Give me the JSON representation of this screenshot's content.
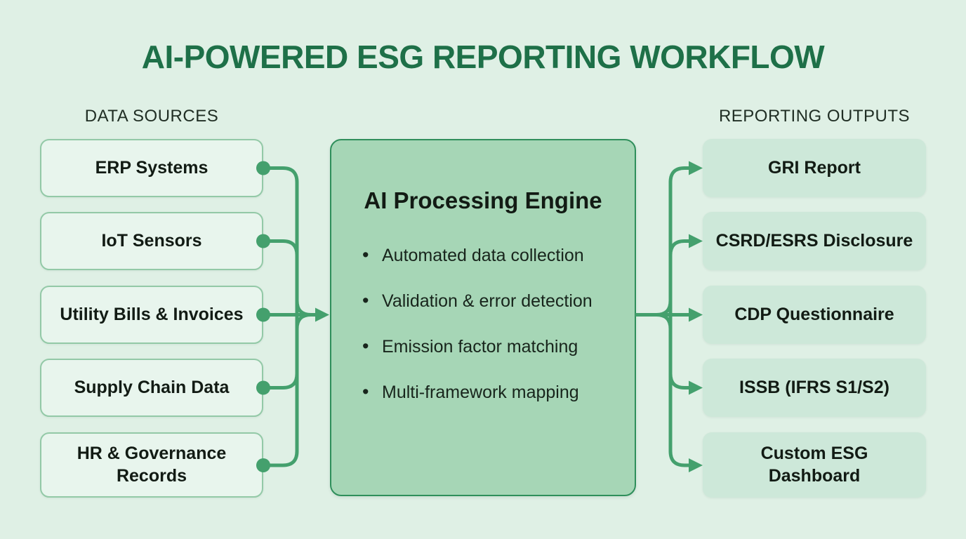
{
  "title": "AI-POWERED ESG REPORTING WORKFLOW",
  "data_sources": {
    "header": "DATA SOURCES",
    "items": [
      "ERP Systems",
      "IoT Sensors",
      "Utility Bills & Invoices",
      "Supply Chain Data",
      "HR & Governance\nRecords"
    ]
  },
  "engine": {
    "title": "AI Processing Engine",
    "bullets": [
      "Automated data collection",
      "Validation & error detection",
      "Emission factor matching",
      "Multi-framework mapping"
    ]
  },
  "outputs": {
    "header": "REPORTING OUTPUTS",
    "items": [
      "GRI Report",
      "CSRD/ESRS Disclosure",
      "CDP Questionnaire",
      "ISSB (IFRS S1/S2)",
      "Custom ESG\nDashboard"
    ]
  },
  "colors": {
    "bg": "#dff0e5",
    "source-fill": "#e8f5ed",
    "source-border": "#93c9a7",
    "engine-fill": "#a6d6b6",
    "engine-border": "#2f8f5b",
    "output-fill": "#cde8d9",
    "connector": "#44a06d",
    "title": "#1e7048"
  }
}
